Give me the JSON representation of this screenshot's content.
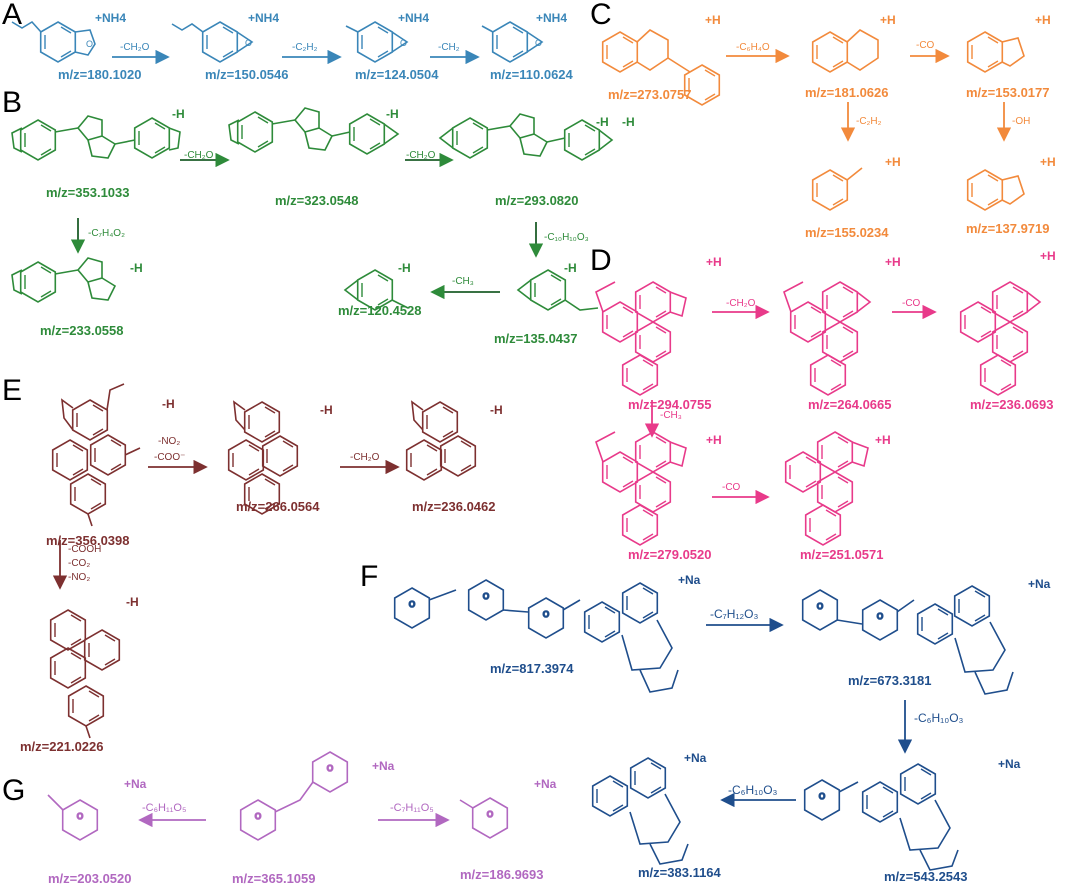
{
  "colors": {
    "A": "#3a86b8",
    "B": "#2e8b3a",
    "C": "#f28a3c",
    "D": "#e83a8a",
    "E": "#7d3030",
    "F": "#1f4e8c",
    "G": "#b168c0"
  },
  "panels": {
    "A": {
      "letter": "A",
      "ion": "+NH4",
      "mz": [
        "m/z=180.1020",
        "m/z=150.0546",
        "m/z=124.0504",
        "m/z=110.0624"
      ],
      "losses": [
        "-CH₂O",
        "-C₂H₂",
        "-CH₂"
      ]
    },
    "B": {
      "letter": "B",
      "ion": "-H",
      "mz": [
        "m/z=353.1033",
        "m/z=323.0548",
        "m/z=293.0820",
        "m/z=233.0558",
        "m/z=135.0437",
        "m/z=120.4528"
      ],
      "losses": [
        "-CH₂O",
        "-CH₂O",
        "-C₇H₄O₂",
        "-C₁₀H₁₀O₃",
        "-CH₃"
      ]
    },
    "C": {
      "letter": "C",
      "ion": "+H",
      "mz": [
        "m/z=273.0757",
        "m/z=181.0626",
        "m/z=153.0177",
        "m/z=155.0234",
        "m/z=137.9719"
      ],
      "losses": [
        "-C₆H₄O",
        "-CO",
        "-C₂H₂",
        "-OH"
      ]
    },
    "D": {
      "letter": "D",
      "ion": "+H",
      "mz": [
        "m/z=294.0755",
        "m/z=264.0665",
        "m/z=236.0693",
        "m/z=279.0520",
        "m/z=251.0571"
      ],
      "losses": [
        "-CH₂O",
        "-CO",
        "-CH₃",
        "-CO"
      ]
    },
    "E": {
      "letter": "E",
      "ion": "-H",
      "mz": [
        "m/z=356.0398",
        "m/z=266.0564",
        "m/z=236.0462",
        "m/z=221.0226"
      ],
      "losses": [
        "-NO₂",
        "-COO⁻",
        "-CH₂O",
        "-COOH",
        "-CO₂",
        "-NO₂"
      ]
    },
    "F": {
      "letter": "F",
      "ion": "+Na",
      "mz": [
        "m/z=817.3974",
        "m/z=673.3181",
        "m/z=543.2543",
        "m/z=383.1164"
      ],
      "losses": [
        "-C₇H₁₂O₃",
        "-C₆H₁₀O₃",
        "-C₆H₁₀O₃"
      ]
    },
    "G": {
      "letter": "G",
      "ion": "+Na",
      "mz": [
        "m/z=203.0520",
        "m/z=365.1059",
        "m/z=186.9693"
      ],
      "losses": [
        "-C₆H₁₁O₅",
        "-C₇H₁₁O₅"
      ]
    }
  }
}
